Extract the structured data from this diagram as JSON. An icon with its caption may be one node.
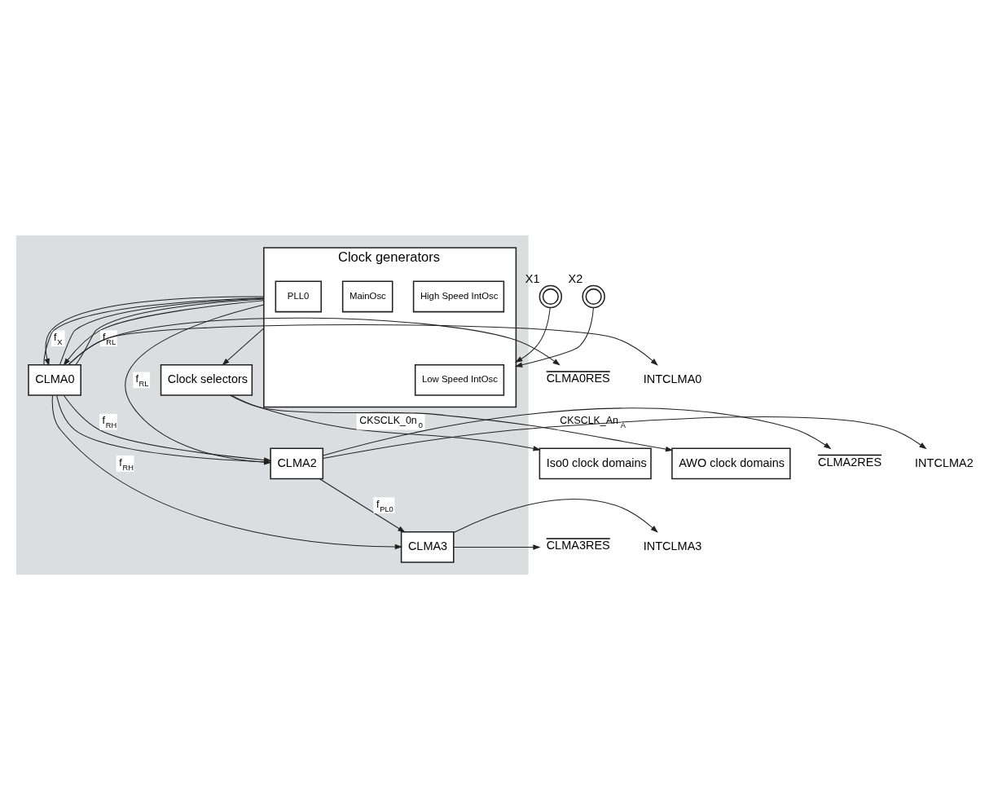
{
  "diagram": {
    "nodes": [
      {
        "text": [],
        "shape": "box"
      },
      {
        "text": [
          "Clock generators"
        ],
        "in": 0
      },
      {
        "text": [
          "Low Speed IntOsc"
        ],
        "in": 1
      },
      {
        "text": [
          "High Speed IntOsc"
        ],
        "in": 1
      },
      {
        "text": [
          "MainOsc"
        ],
        "in": 1
      },
      {
        "text": [
          "PLL0"
        ],
        "in": 1
      },
      {
        "text": [
          "Clock selectors"
        ],
        "in": 0
      },
      {
        "text": [
          "Iso0 clock domains"
        ]
      },
      {
        "text": [
          "AWO clock domains"
        ]
      },
      {
        "text": [],
        "shape": "circle",
        "beside": [
          "X1"
        ]
      },
      {
        "text": [],
        "shape": "circle",
        "beside": [
          "X2"
        ]
      },
      {
        "text": [
          "CLMA0"
        ],
        "in": 0
      },
      {
        "text": [
          "CLMA2"
        ],
        "in": 0
      },
      {
        "text": [
          "CLMA3"
        ],
        "in": 0
      },
      {
        "text": [
          "CLMA0RES"
        ]
      },
      {
        "text": [
          "INTCLMA0"
        ]
      },
      {
        "text": [
          "CLMA2RES"
        ]
      },
      {
        "text": [
          "INTCLMA2"
        ]
      },
      {
        "text": [
          "CLMA3RES"
        ]
      },
      {
        "text": [
          "INTCLMA3"
        ]
      }
    ],
    "edges": [
      {
        "from": 9,
        "to": 1,
        "arrow": "to"
      },
      {
        "from": 10,
        "to": 1,
        "arrow": "to"
      },
      {
        "from": 1,
        "to": 6,
        "arrow": "to"
      },
      {
        "from": 6,
        "to": 7,
        "arrow": "to",
        "label": "CKSCLK_0n$_{0}$"
      },
      {
        "from": 6,
        "to": 8,
        "arrow": "to",
        "label": "CKSCLK_An$_{A}$"
      },
      {
        "from": 1,
        "to": 11,
        "arrow": "to",
        "label": "f$_{X}$"
      },
      {
        "from": 1,
        "to": 11,
        "arrow": "none"
      },
      {
        "from": 1,
        "to": 11,
        "arrow": "none"
      },
      {
        "from": 1,
        "to": 11,
        "arrow": "none"
      },
      {
        "from": 1,
        "to": 11,
        "arrow": "to",
        "label": "f$_{RL}$"
      },
      {
        "from": 1,
        "to": 12,
        "arrow": "to",
        "label": "f$_{RL}$"
      },
      {
        "from": 11,
        "to": 12,
        "arrow": "to",
        "label": "f$_{RH}$"
      },
      {
        "from": 11,
        "to": 12,
        "arrow": "none"
      },
      {
        "from": 11,
        "to": 13,
        "arrow": "to",
        "label": "f$_{RH}$"
      },
      {
        "from": 12,
        "to": 13,
        "arrow": "to",
        "label": "f$_{PL0}$"
      },
      {
        "from": 11,
        "to": 14,
        "arrow": "to"
      },
      {
        "from": 11,
        "to": 15,
        "arrow": "to"
      },
      {
        "from": 12,
        "to": 16,
        "arrow": "to"
      },
      {
        "from": 12,
        "to": 17,
        "arrow": "to"
      },
      {
        "from": 13,
        "to": 18,
        "arrow": "to"
      },
      {
        "from": 13,
        "to": 19,
        "arrow": "to"
      }
    ]
  }
}
